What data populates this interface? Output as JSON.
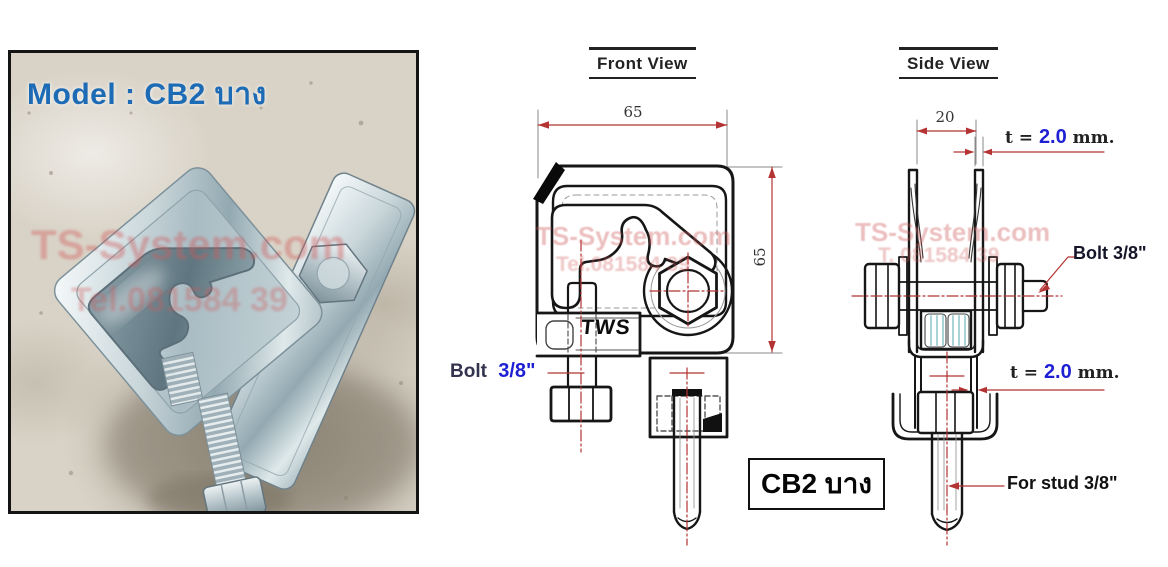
{
  "photo": {
    "model_label": "Model : CB2 บาง",
    "watermark_line1": "TS-System.com",
    "watermark_line2": "Tel.081584 39"
  },
  "front_view": {
    "title": "Front View",
    "width_dim": "65",
    "height_dim": "65",
    "bolt_word": "Bolt",
    "bolt_size": "3/8\"",
    "logo_text": "TWS",
    "watermark_line1": "TS-System.com",
    "watermark_line2": "Tel.081584 39"
  },
  "side_view": {
    "title": "Side View",
    "gap_dim": "20",
    "t_prefix": "t = ",
    "t_value": "2.0",
    "t_suffix": " mm.",
    "bolt_label": "Bolt 3/8\"",
    "stud_label": "For stud 3/8\"",
    "watermark_line1": "TS-System.com",
    "watermark_line2": "T. 081584 39"
  },
  "product_box_label": "CB2 บาง",
  "colors": {
    "model_blue": "#1d6bb5",
    "accent_blue": "#1f1fd4",
    "dimension_red": "#b43333",
    "line_black": "#161616",
    "watermark_red": "#cf5a5a"
  }
}
